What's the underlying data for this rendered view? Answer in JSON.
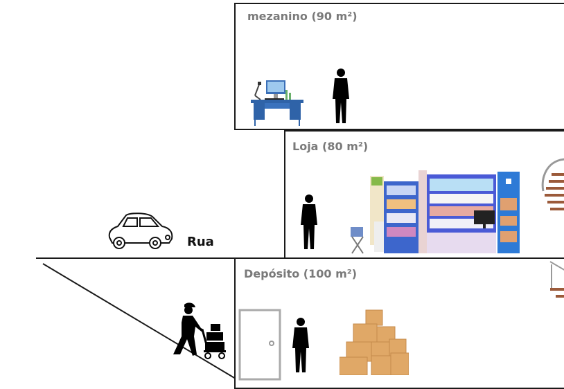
{
  "rooms": {
    "mezanino": {
      "label": "mezanino (90 m²)"
    },
    "loja": {
      "label": "Loja (80 m²)"
    },
    "deposito": {
      "label": "Depósito (100 m²)"
    }
  },
  "street": {
    "label": "Rua"
  },
  "icons": [
    "desk-icon",
    "person-icon",
    "car-icon",
    "shop-shelves-icon",
    "spiral-staircase-icon",
    "worker-cart-icon",
    "door-icon",
    "boxes-icon"
  ],
  "colors": {
    "line": "#1a1a1a",
    "label": "#7a7a7a",
    "desk": "#2f63a8",
    "box": "#e0a867",
    "stairs": "#9b5a3a"
  }
}
